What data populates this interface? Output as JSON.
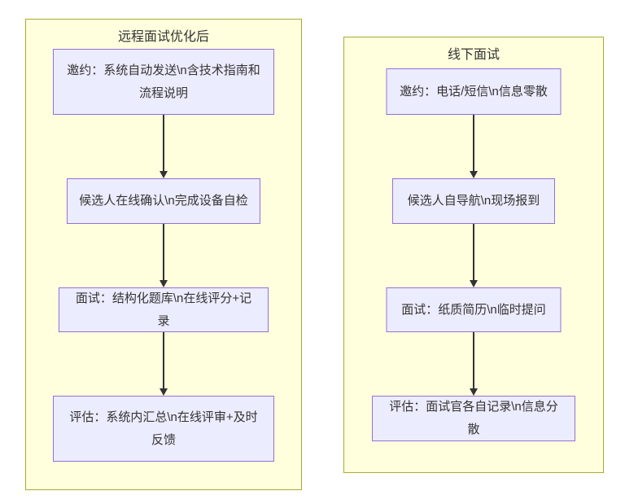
{
  "diagram": {
    "type": "flowchart",
    "direction": "top-down",
    "colors": {
      "background": "#ffffff",
      "cluster_fill": "#ffffde",
      "cluster_border": "#aaaa33",
      "node_fill": "#ececff",
      "node_border": "#9370db",
      "text": "#333333",
      "arrow": "#333333"
    }
  },
  "clusters": [
    {
      "title": "远程面试优化后",
      "nodes": [
        {
          "label": "邀约：系统自动发送\\n含技术指南和流程说明"
        },
        {
          "label": "候选人在线确认\\n完成设备自检"
        },
        {
          "label": "面试：结构化题库\\n在线评分+记录"
        },
        {
          "label": "评估：系统内汇总\\n在线评审+及时反馈"
        }
      ],
      "edges": [
        "0->1",
        "1->2",
        "2->3"
      ]
    },
    {
      "title": "线下面试",
      "nodes": [
        {
          "label": "邀约：电话/短信\\n信息零散"
        },
        {
          "label": "候选人自导航\\n现场报到"
        },
        {
          "label": "面试：纸质简历\\n临时提问"
        },
        {
          "label": "评估：面试官各自记录\\n信息分散"
        }
      ],
      "edges": [
        "0->1",
        "1->2",
        "2->3"
      ]
    }
  ]
}
